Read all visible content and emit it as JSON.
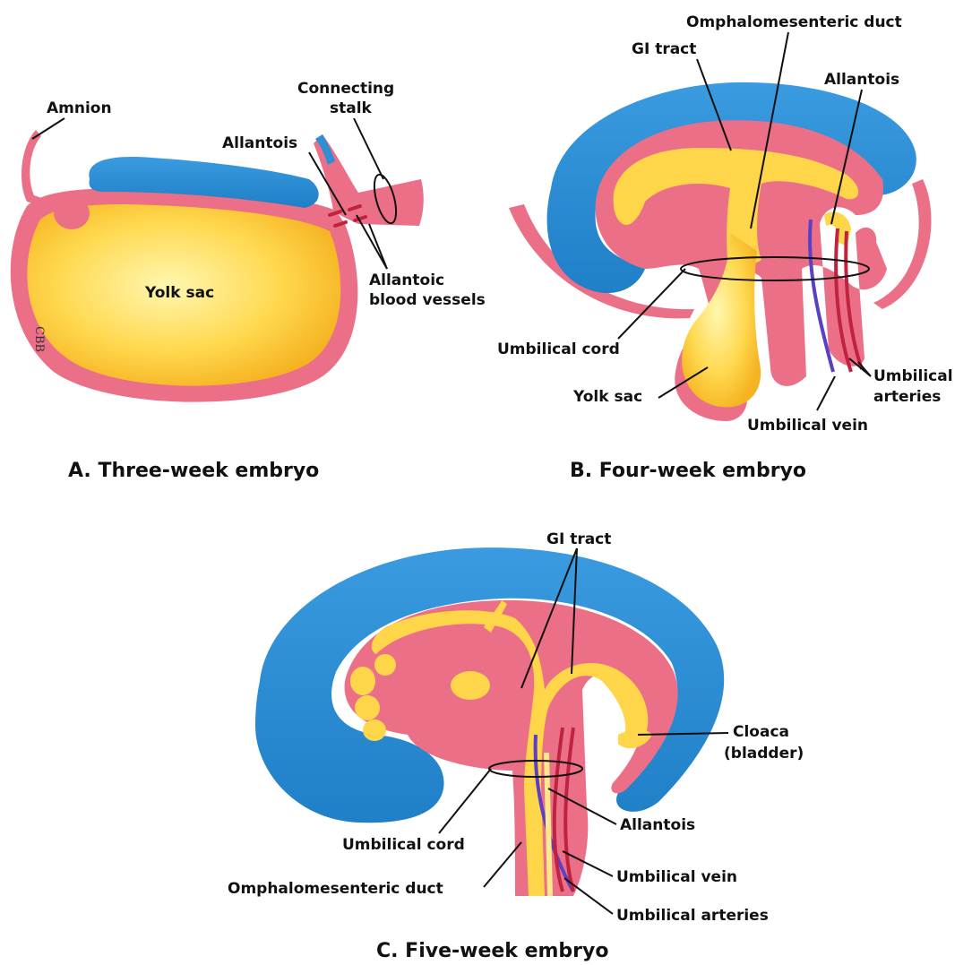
{
  "panels": {
    "a": {
      "caption": "A. Three-week embryo",
      "labels": {
        "amnion": "Amnion",
        "connecting_stalk_1": "Connecting",
        "connecting_stalk_2": "stalk",
        "allantois": "Allantois",
        "yolk_sac": "Yolk sac",
        "allantoic_1": "Allantoic",
        "allantoic_2": "blood vessels"
      },
      "signature": "CBB"
    },
    "b": {
      "caption": "B. Four-week embryo",
      "labels": {
        "omphalomesenteric_duct": "Omphalomesenteric duct",
        "gi_tract": "GI tract",
        "allantois": "Allantois",
        "umbilical_cord": "Umbilical cord",
        "yolk_sac": "Yolk sac",
        "umbilical_arteries_1": "Umbilical",
        "umbilical_arteries_2": "arteries",
        "umbilical_vein": "Umbilical vein"
      }
    },
    "c": {
      "caption": "C. Five-week embryo",
      "labels": {
        "gi_tract": "GI tract",
        "cloaca_1": "Cloaca",
        "cloaca_2": "(bladder)",
        "allantois": "Allantois",
        "umbilical_cord": "Umbilical cord",
        "umbilical_vein": "Umbilical vein",
        "omphalomesenteric_duct": "Omphalomesenteric duct",
        "umbilical_arteries": "Umbilical arteries"
      }
    }
  },
  "colors": {
    "ectoderm_blue": "#2e8fd3",
    "mesoderm_pink": "#ec6f88",
    "endoderm_yellow": "#ffd54a",
    "vein_purple": "#5b3fc4",
    "artery_red": "#c0233f"
  }
}
